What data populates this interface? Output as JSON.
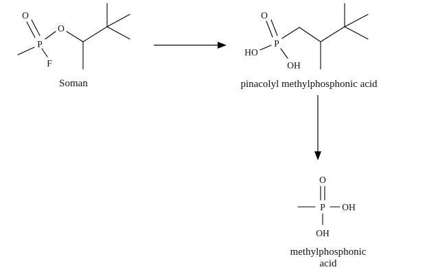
{
  "scheme": {
    "soman": {
      "label": "Soman",
      "atoms": {
        "o_double": "O",
        "o_ester": "O",
        "p": "P",
        "f": "F"
      }
    },
    "pinacolyl": {
      "label": "pinacolyl methylphosphonic acid",
      "atoms": {
        "o_double": "O",
        "ho": "HO",
        "p": "P",
        "oh": "OH"
      }
    },
    "mpa": {
      "label_line1": "methylphosphonic",
      "label_line2": "acid",
      "atoms": {
        "o_double": "O",
        "p": "P",
        "oh_right": "OH",
        "oh_bottom": "OH"
      }
    }
  }
}
